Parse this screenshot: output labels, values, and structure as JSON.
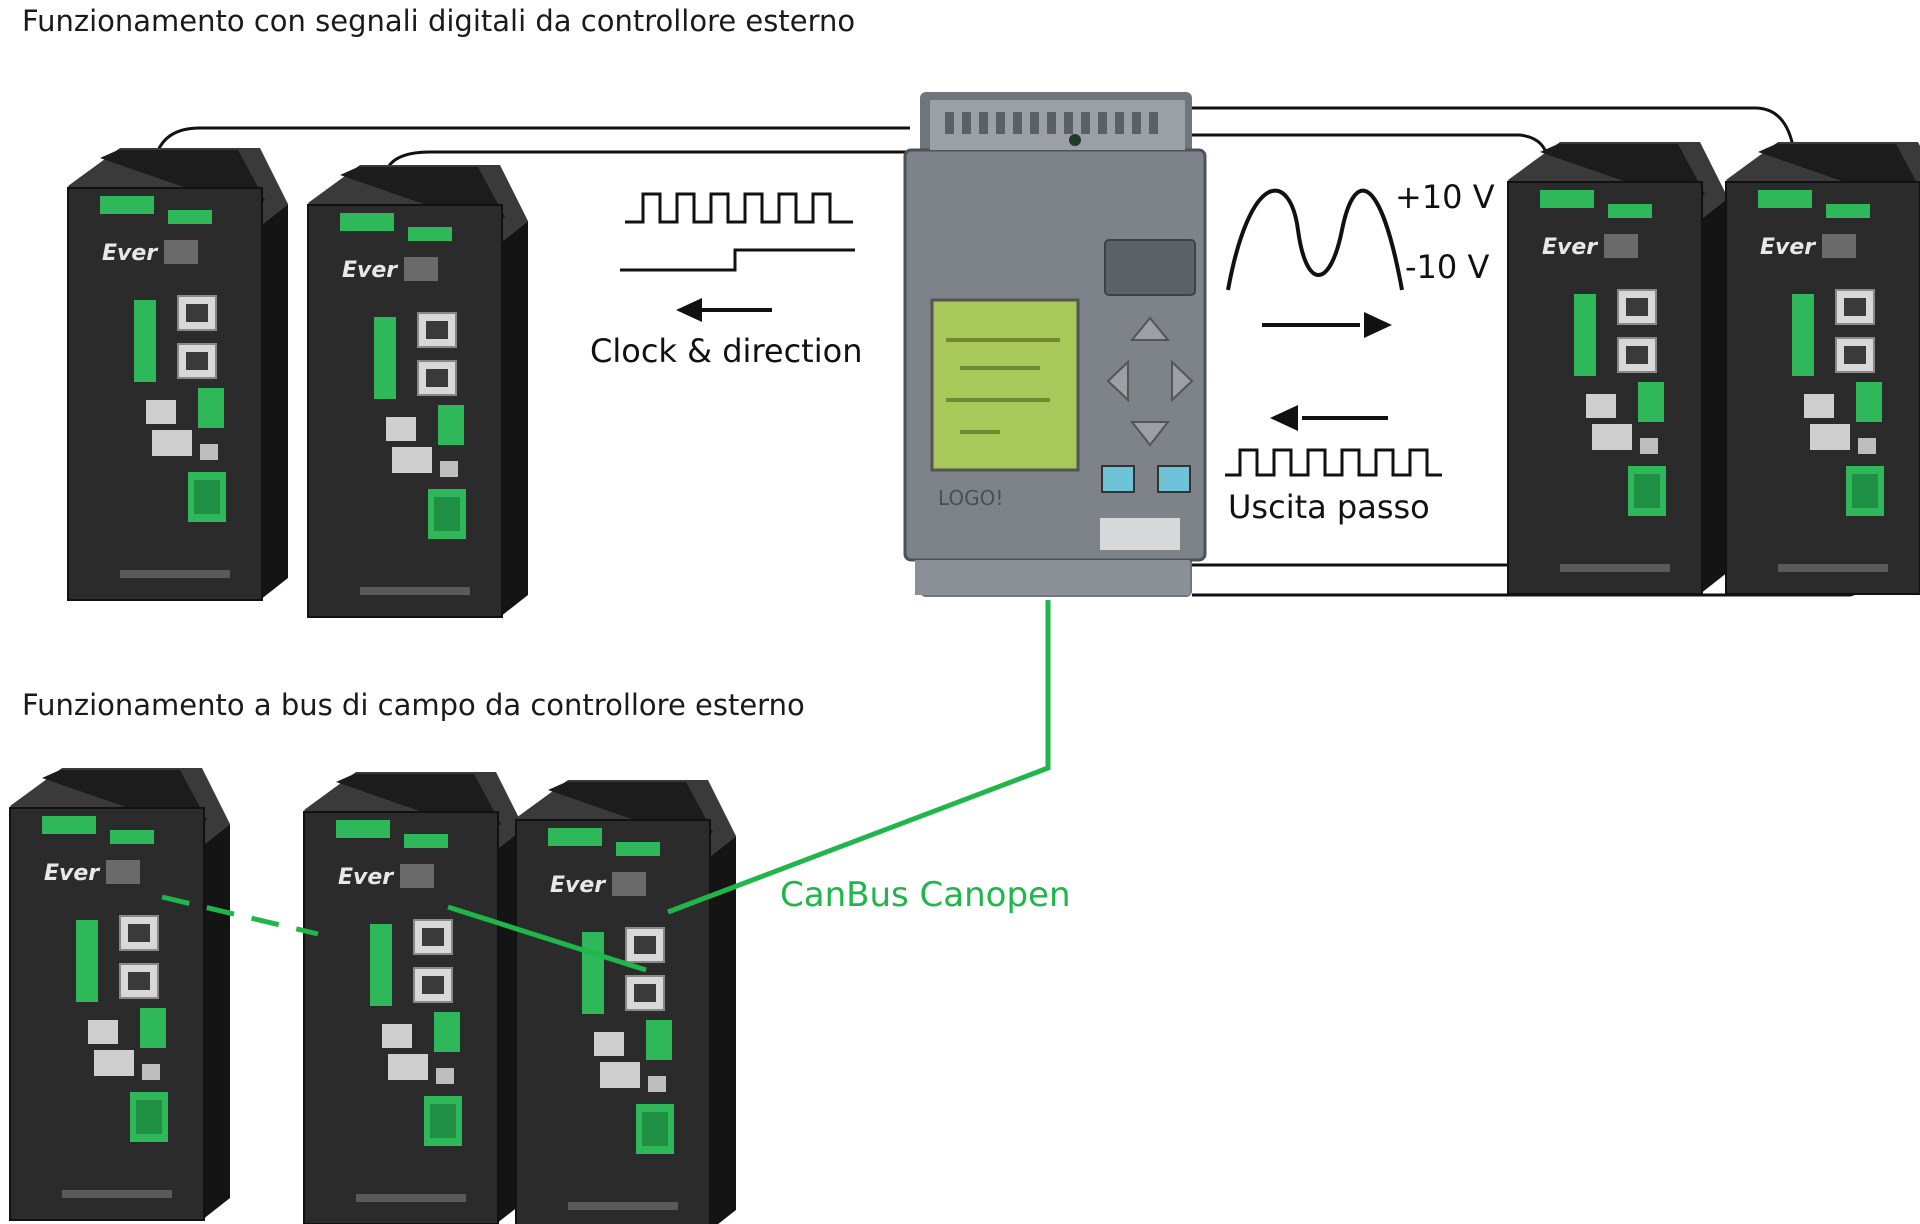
{
  "headings": {
    "digital": "Funzionamento con segnali digitali da controllore esterno",
    "fieldbus": "Funzionamento a bus di campo da controllore esterno"
  },
  "signals": {
    "clock_direction": "Clock & direction",
    "plus_10v": "+10 V",
    "minus_10v": "-10 V",
    "step_output": "Uscita passo",
    "canbus": "CanBus Canopen"
  },
  "devices": {
    "brand_mark": "Ever",
    "controller_brand": "LOGO!"
  },
  "colors": {
    "bus_green": "#1fb64a",
    "wire": "#111111",
    "drive_body": "#2a2a2a",
    "terminal_green": "#2fb85a",
    "controller_body": "#7d8389",
    "lcd": "#a8c85a"
  }
}
